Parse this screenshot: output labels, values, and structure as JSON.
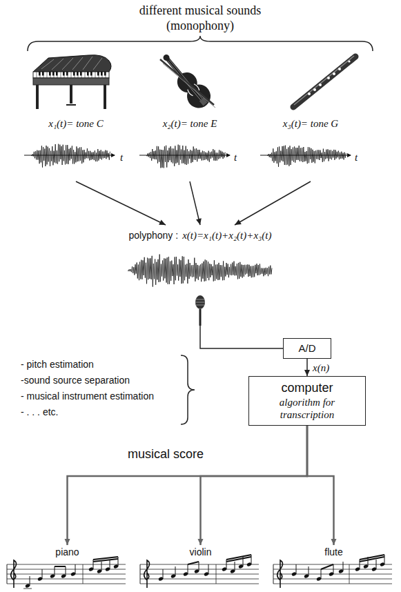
{
  "diagram": {
    "title": "different musical sounds (monophony)",
    "nodes": [
      {
        "text": [
          "x₁(t)= tone C"
        ]
      },
      {
        "text": [
          "x₂(t)= tone E"
        ]
      },
      {
        "text": [
          "x₃(t)= tone G"
        ]
      },
      {
        "text": [
          "polyphony :",
          "x(t)=x₁(t)+x₂(t)+x₃(t)"
        ]
      },
      {
        "text": [
          "A/D"
        ]
      },
      {
        "text": [
          "computer",
          "algorithm for transcription"
        ]
      },
      {
        "text": [
          "piano"
        ]
      },
      {
        "text": [
          "violin"
        ]
      },
      {
        "text": [
          "flute"
        ]
      }
    ],
    "edges": [
      {
        "from": 0,
        "to": 3,
        "arrow": "to"
      },
      {
        "from": 1,
        "to": 3,
        "arrow": "to"
      },
      {
        "from": 2,
        "to": 3,
        "arrow": "to"
      },
      {
        "from": 3,
        "to": 4,
        "arrow": "none"
      },
      {
        "from": 4,
        "to": 5,
        "label": "x(n)",
        "arrow": "to"
      },
      {
        "from": 5,
        "to": 6,
        "arrow": "to"
      },
      {
        "from": 5,
        "to": 7,
        "arrow": "to"
      },
      {
        "from": 5,
        "to": 8,
        "arrow": "to"
      }
    ],
    "labels": [
      "t",
      "t",
      "t",
      "- pitch estimation",
      "-sound source separation",
      "- musical instrument estimation",
      "- . . . etc.",
      "musical score"
    ]
  }
}
